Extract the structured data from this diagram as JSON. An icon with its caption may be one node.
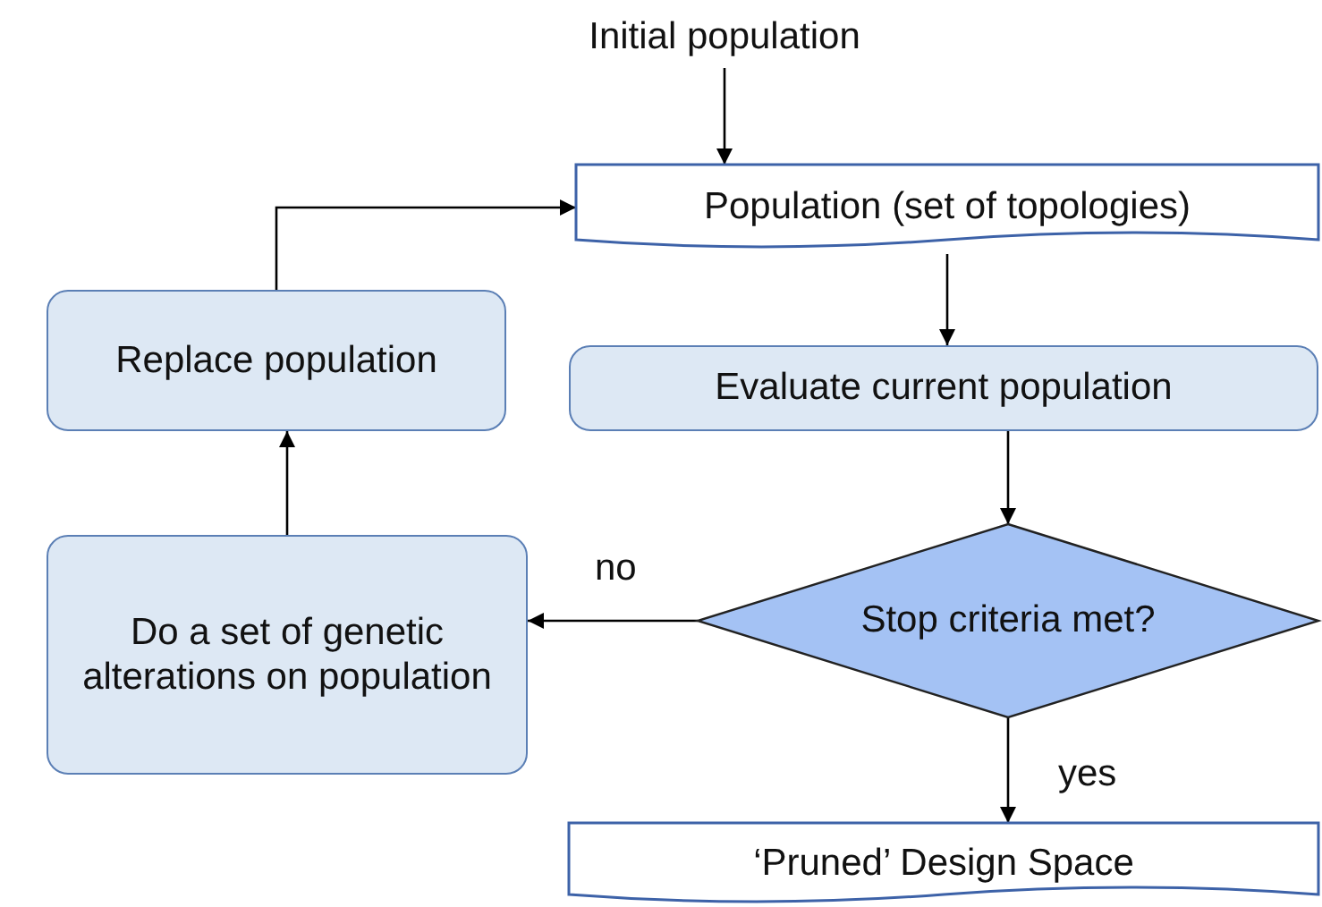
{
  "diagram": {
    "nodes": [
      {
        "text": [
          "Initial population"
        ]
      },
      {
        "text": [
          "Population (set of topologies)"
        ]
      },
      {
        "text": [
          "Evaluate current population"
        ]
      },
      {
        "text": [
          "Stop criteria met?"
        ]
      },
      {
        "text": [
          "‘Pruned’ Design Space"
        ]
      },
      {
        "text": [
          "Replace population"
        ]
      },
      {
        "text": [
          "Do a set of genetic alterations on population"
        ]
      }
    ],
    "edges": [
      {
        "from": 0,
        "to": 1,
        "arrow": "to"
      },
      {
        "from": 1,
        "to": 2,
        "arrow": "to"
      },
      {
        "from": 2,
        "to": 3,
        "arrow": "to"
      },
      {
        "from": 3,
        "to": 6,
        "arrow": "to",
        "label": "no"
      },
      {
        "from": 3,
        "to": 4,
        "arrow": "to",
        "label": "yes"
      },
      {
        "from": 6,
        "to": 5,
        "arrow": "to"
      },
      {
        "from": 5,
        "to": 1,
        "arrow": "to"
      }
    ]
  }
}
